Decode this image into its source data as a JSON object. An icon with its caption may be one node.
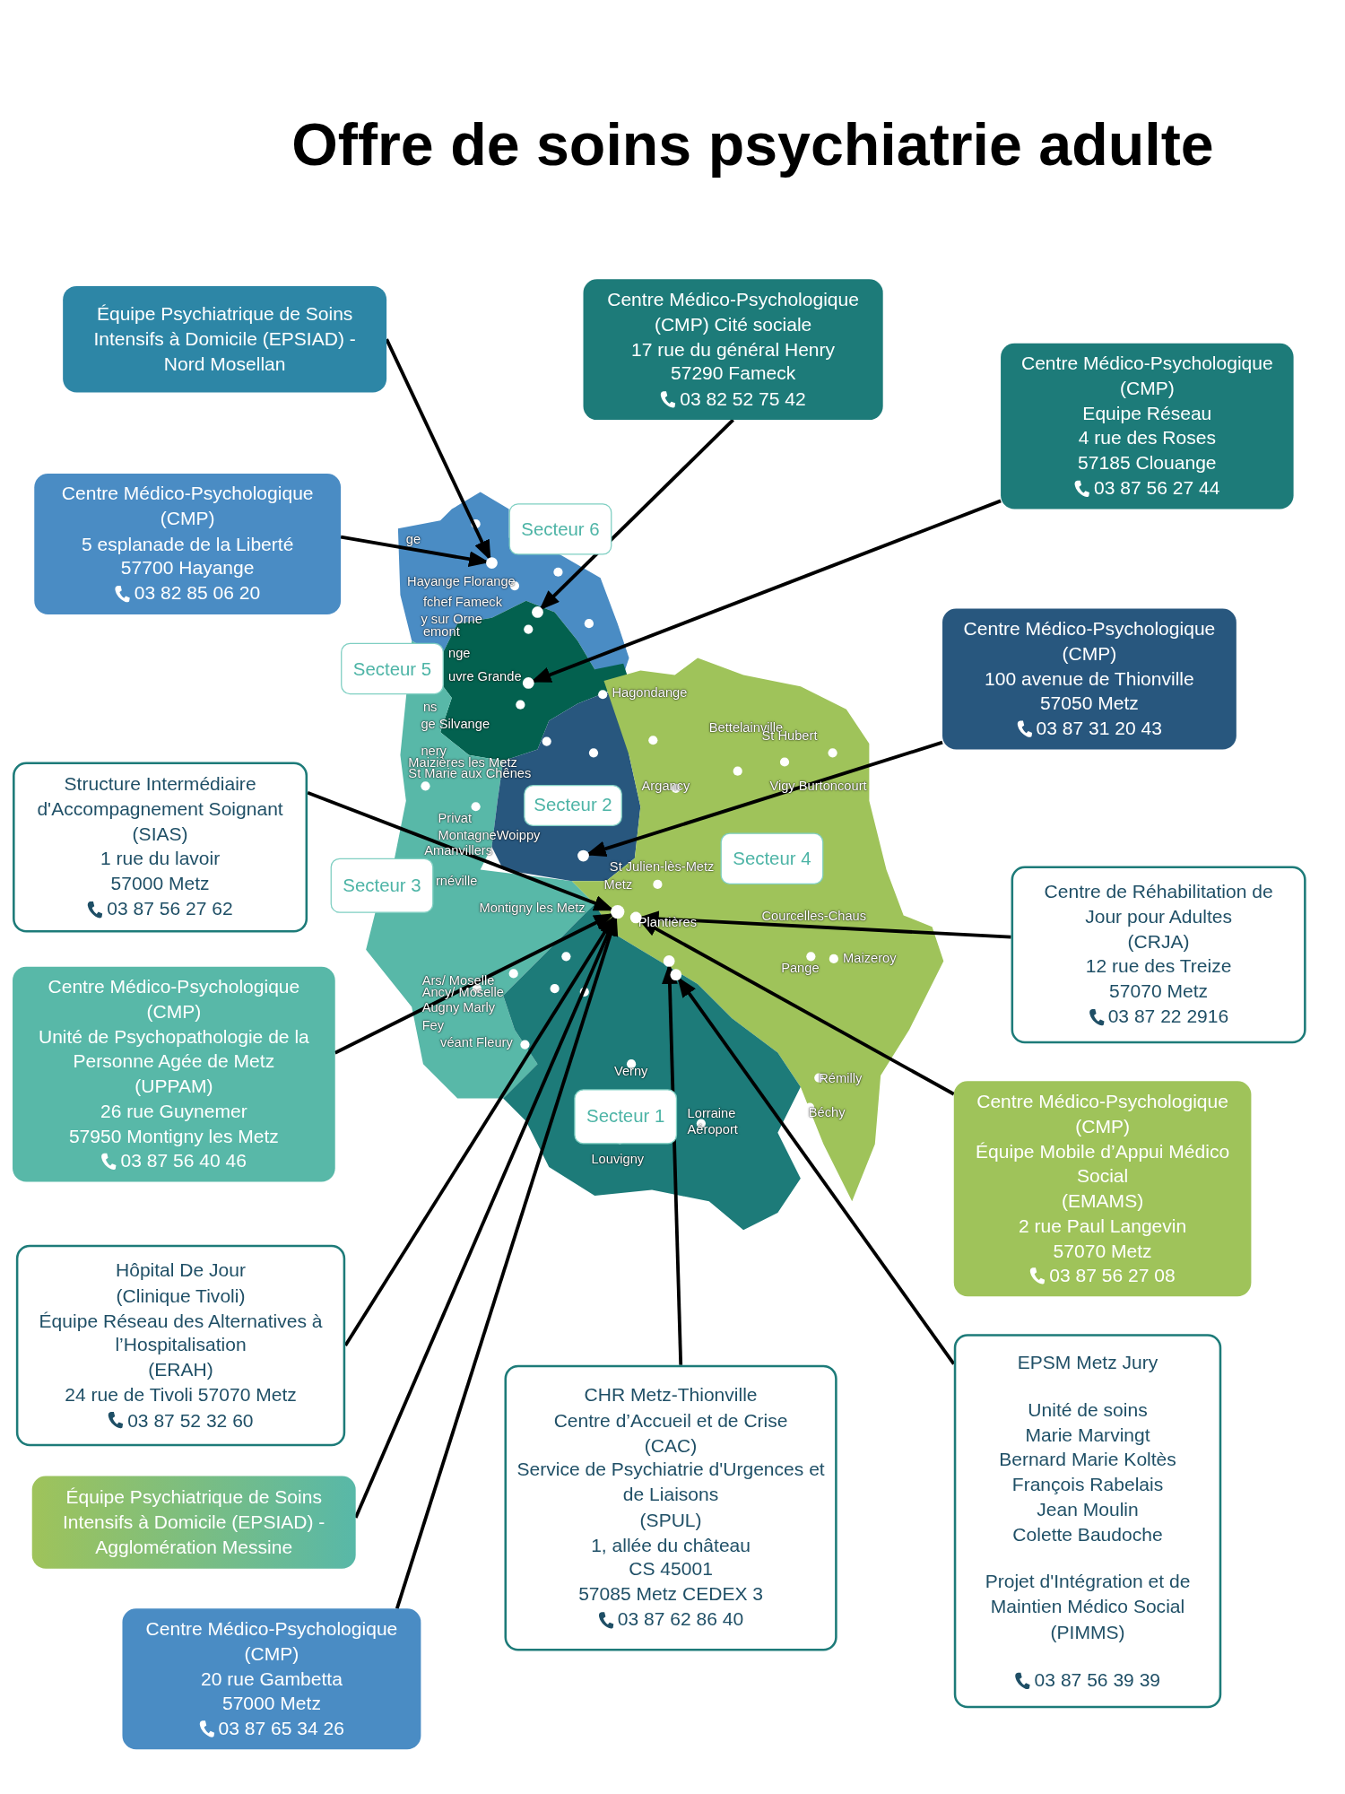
{
  "diagram": {
    "title": "Offre de soins psychiatrie adulte",
    "nodes": [
      {
        "text": [
          "Centre Médico-Psychologique",
          "(CMP) Cité sociale",
          "17 rue du général Henry",
          "57290 Fameck",
          "03 82 52 75 42"
        ]
      },
      {
        "text": [
          "Équipe Psychiatrique de Soins Intensifs à Domicile (EPSIAD) - Nord Mosellan"
        ]
      },
      {
        "text": [
          "Centre Médico-Psychologique",
          "(CMP)",
          "Equipe Réseau",
          "4 rue des Roses",
          "57185 Clouange",
          "03 87 56 27 44"
        ]
      },
      {
        "text": [
          "Centre Médico-Psychologique",
          "(CMP)",
          "5 esplanade de la Liberté",
          "57700 Hayange",
          "03 82 85 06 20"
        ]
      },
      {
        "text": [
          "Secteur 6"
        ]
      },
      {
        "text": [
          "Centre Médico-Psychologique",
          "(CMP)",
          "100 avenue de Thionville",
          "57050 Metz",
          "03 87 31 20 43"
        ]
      },
      {
        "text": [
          "Secteur 5"
        ]
      },
      {
        "text": [
          "Structure Intermédiaire d'Accompagnement Soignant",
          "(SIAS)",
          "1 rue du lavoir",
          "57000 Metz",
          "03 87 56 27 62"
        ]
      },
      {
        "text": [
          "Secteur 2"
        ]
      },
      {
        "text": [
          "Secteur 4"
        ]
      },
      {
        "text": [
          "Secteur 3"
        ]
      },
      {
        "text": [
          "Centre de Réhabilitation de Jour pour Adultes",
          "(CRJA)",
          "12 rue des Treize",
          "57070 Metz",
          "03 87 22 2916"
        ]
      },
      {
        "text": [
          "Centre Médico-Psychologique",
          "(CMP)",
          "Unité de Psychopathologie de la Personne Agée de Metz",
          "(UPPAM)",
          "26 rue Guynemer",
          "57950 Montigny les Metz",
          "03 87 56 40 46"
        ]
      },
      {
        "text": [
          "Centre Médico-Psychologique",
          "(CMP)",
          "Équipe Mobile d’Appui Médico Social",
          "(EMAMS)",
          "2 rue Paul Langevin",
          "57070 Metz",
          "03 87 56 27 08"
        ]
      },
      {
        "text": [
          "Secteur 1"
        ]
      },
      {
        "text": [
          "Hôpital De Jour",
          "(Clinique Tivoli)",
          "Équipe Réseau des Alternatives à l’Hospitalisation",
          "(ERAH)",
          "24 rue de Tivoli 57070 Metz",
          "03 87 52 32 60"
        ]
      },
      {
        "text": [
          "EPSM Metz Jury",
          "Unité de soins",
          "Marie Marvingt",
          "Bernard Marie Koltès",
          "François Rabelais",
          "Jean Moulin",
          "Colette Baudoche",
          "Projet d'Intégration et de Maintien Médico Social",
          "(PIMMS)",
          "03 87 56 39 39"
        ]
      },
      {
        "text": [
          "CHR Metz-Thionville",
          "Centre d’Accueil et de Crise",
          "(CAC)",
          "Service de Psychiatrie d'Urgences et de Liaisons",
          "(SPUL)",
          "1, allée du château",
          "CS 45001",
          "57085 Metz CEDEX 3",
          "03 87 62 86 40"
        ]
      },
      {
        "text": [
          "Équipe Psychiatrique de Soins Intensifs à Domicile (EPSIAD) - Agglomération Messine"
        ]
      },
      {
        "text": [
          "Centre Médico-Psychologique",
          "(CMP)",
          "20 rue Gambetta",
          "57000 Metz",
          "03 87 65 34 26"
        ]
      },
      {
        "text": [],
        "shape": "circle"
      },
      {
        "text": [],
        "shape": "circle"
      },
      {
        "text": [],
        "shape": "circle"
      },
      {
        "text": [],
        "shape": "circle"
      },
      {
        "text": [],
        "shape": "circle"
      },
      {
        "text": [],
        "shape": "circle"
      },
      {
        "text": [],
        "shape": "circle"
      },
      {
        "text": [],
        "shape": "circle"
      }
    ],
    "edges": [
      {
        "from": 0,
        "to": 21,
        "arrow": "to"
      },
      {
        "from": 1,
        "to": 20,
        "arrow": "to"
      },
      {
        "from": 2,
        "to": 22,
        "arrow": "to"
      },
      {
        "from": 3,
        "to": 20,
        "arrow": "to"
      },
      {
        "from": 5,
        "to": 23,
        "arrow": "to"
      },
      {
        "from": 7,
        "to": 24,
        "arrow": "to"
      },
      {
        "from": 11,
        "to": 25,
        "arrow": "to"
      },
      {
        "from": 12,
        "to": 24,
        "arrow": "to"
      },
      {
        "from": 13,
        "to": 25,
        "arrow": "to"
      },
      {
        "from": 15,
        "to": 24,
        "arrow": "to"
      },
      {
        "from": 16,
        "to": 27,
        "arrow": "to"
      },
      {
        "from": 17,
        "to": 26,
        "arrow": "to"
      },
      {
        "from": 18,
        "to": 24,
        "arrow": "to"
      },
      {
        "from": 19,
        "to": 24,
        "arrow": "to"
      }
    ],
    "labels": [
      "ge",
      "Hayange Florange",
      "fchef Fameck",
      "y sur Orne",
      "emont",
      "nge",
      "uvre Grande",
      "Hagondange",
      "ns",
      "ge Silvange",
      "Bettelainville",
      "St Hubert",
      "nery",
      "Maizières les Metz",
      "St Marie aux Chênes",
      "Argancy",
      "Vigy Burtoncourt",
      "Privat",
      "MontagneWoippy",
      "Amanvillers",
      "St Julien-lès-Metz",
      "rnéville",
      "Metz",
      "Montigny les Metz",
      "Plantières",
      "Courcelles-Chaus",
      "Maizeroy",
      "Pange",
      "Ars/ Moselle",
      "Ancy/ Moselle",
      "Augny Marly",
      "Fey",
      "véant Fleury",
      "Verny",
      "Rémilly",
      "Lorraine Aéroport",
      "Béchy",
      "Louvigny"
    ]
  }
}
